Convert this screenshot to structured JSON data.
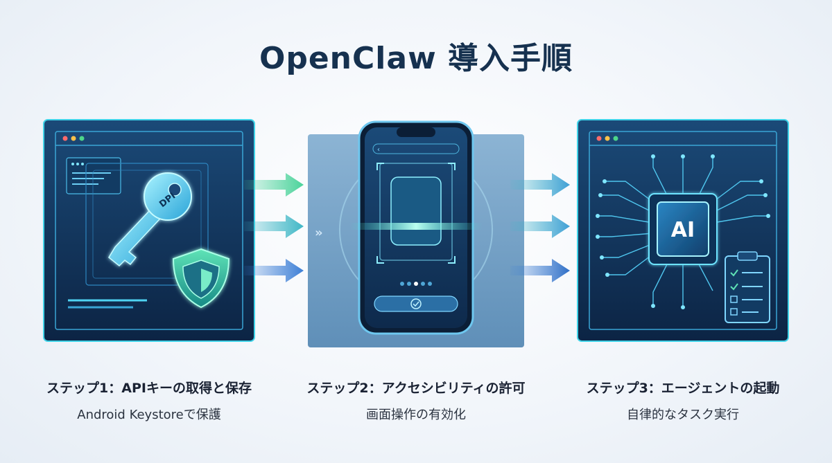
{
  "title": "OpenClaw 導入手順",
  "steps": [
    {
      "heading": "ステップ1：APIキーの取得と保存",
      "sub": "Android Keystoreで保護",
      "icon": "key-shield-icon",
      "key_text": "DPI"
    },
    {
      "heading": "ステップ2：アクセシビリティの許可",
      "sub": "画面操作の有効化",
      "icon": "smartphone-scan-icon"
    },
    {
      "heading": "ステップ3：エージェントの起動",
      "sub": "自律的なタスク実行",
      "icon": "ai-chip-icon",
      "chip_text": "AI"
    }
  ],
  "colors": {
    "title": "#16314f",
    "panel": "#0f2c4e",
    "accent": "#3fe0d0",
    "arrow_green": "#4ad39a",
    "arrow_blue": "#3d7fd6"
  }
}
